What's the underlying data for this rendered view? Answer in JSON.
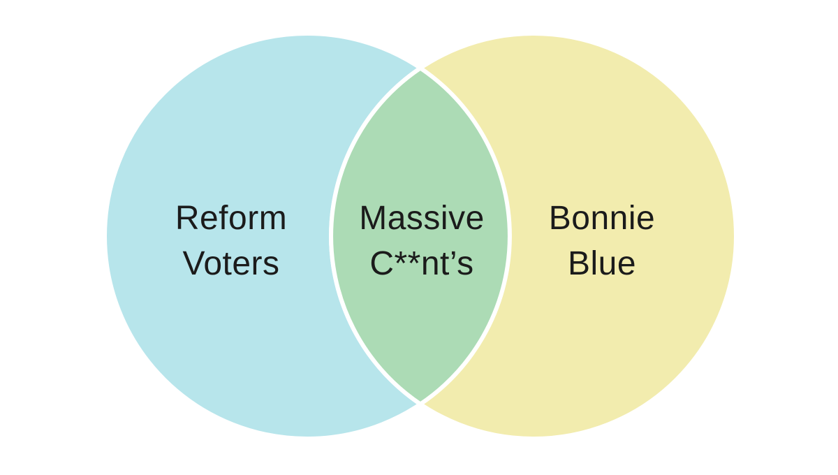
{
  "diagram": {
    "type": "venn",
    "background_color": "#ffffff",
    "separator_color": "#ffffff",
    "text_color": "#1b1b1b",
    "left_circle": {
      "label_line1": "Reform",
      "label_line2": "Voters",
      "color": "#b7e5eb"
    },
    "right_circle": {
      "label_line1": "Bonnie",
      "label_line2": "Blue",
      "color": "#f2ecae"
    },
    "intersection": {
      "label_line1": "Massive",
      "label_line2": "C**nt’s",
      "color": "#acdbb5"
    }
  }
}
